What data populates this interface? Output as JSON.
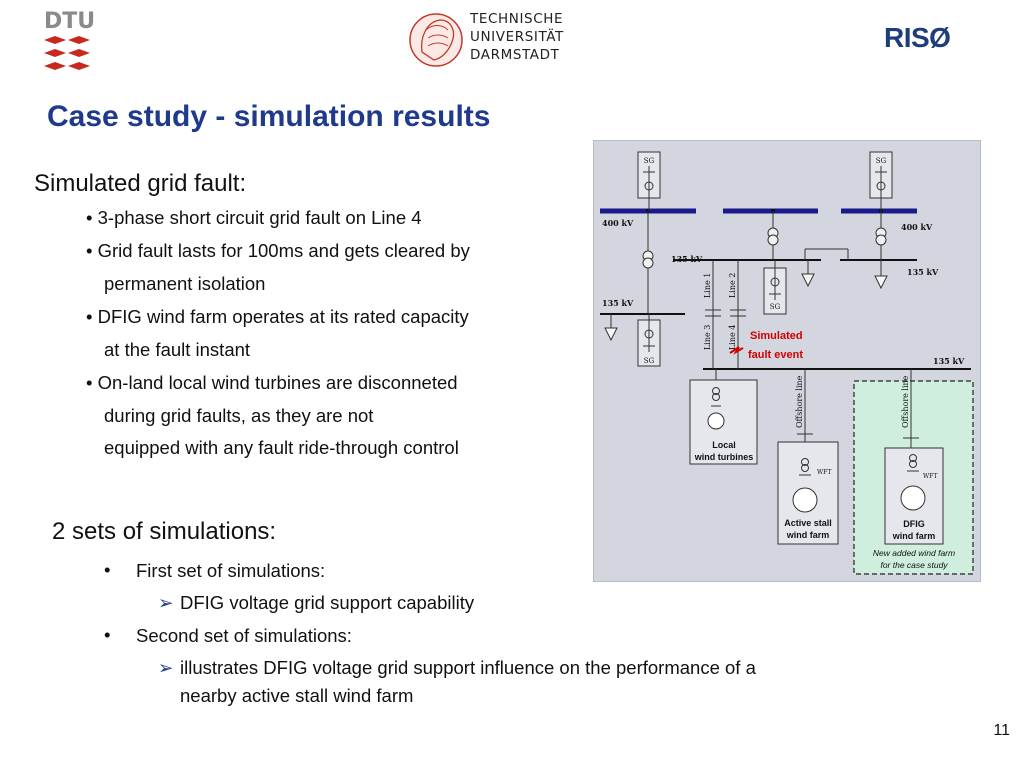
{
  "header": {
    "dtu_logo_text": "DTU",
    "tud_lines": [
      "TECHNISCHE",
      "UNIVERSITÄT",
      "DARMSTADT"
    ],
    "riso_logo_text": "RISØ"
  },
  "title": "Case study - simulation results",
  "left": {
    "heading": "Simulated grid fault:",
    "bullets": [
      "• 3-phase short circuit grid fault on Line 4",
      "• Grid fault lasts for 100ms and gets cleared by",
      "permanent isolation",
      "• DFIG wind farm operates at its rated capacity",
      "at the fault instant",
      "• On-land local wind turbines are disconneted",
      "during grid faults, as they are not",
      "equipped with any fault ride-through control"
    ]
  },
  "bottom": {
    "heading": "2 sets of simulations:",
    "first_bullet": "•",
    "first": "First set of simulations:",
    "first_sub": "DFIG voltage grid support capability",
    "second_bullet": "•",
    "second": "Second set of simulations:",
    "second_sub_line1": "illustrates DFIG voltage grid support influence on the performance of a",
    "second_sub_line2": "nearby active stall wind farm",
    "arrow_glyph": "➢"
  },
  "diagram": {
    "sg": "SG",
    "kv400_left": "400 kV",
    "kv400_right": "400 kV",
    "kv135_a": "135 kV",
    "kv135_left": "135 kV",
    "kv135_right": "135 kV",
    "kv135_bottom": "135 kV",
    "line1": "Line 1",
    "line2": "Line 2",
    "line3": "Line 3",
    "line4": "Line 4",
    "offshore_line": "Offshore line",
    "fault_label_1": "Simulated",
    "fault_label_2": "fault event",
    "local_1": "Local",
    "local_2": "wind turbines",
    "wft": "WFT",
    "active_1": "Active stall",
    "active_2": "wind farm",
    "dfig_1": "DFIG",
    "dfig_2": "wind farm",
    "new_1": "New added wind farm",
    "new_2": "for the case study",
    "colors": {
      "bus": "#1a1a8c",
      "fault": "#d40000",
      "panel": "#d3d6de",
      "new_area": "#cfeedd"
    }
  },
  "page_number": "11"
}
